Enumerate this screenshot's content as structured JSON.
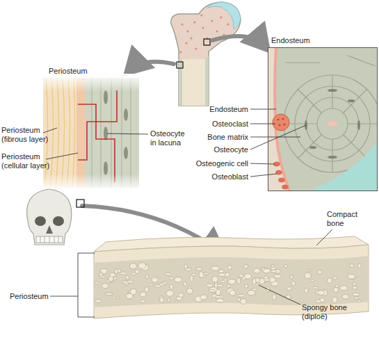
{
  "diagram": {
    "nodes": [
      {
        "text": [
          "Endosteum"
        ]
      }
    ],
    "labels": [
      "Periosteum",
      "Periosteum (fibrous layer)",
      "Periosteum (cellular layer)",
      "Osteocyte in lacuna",
      "Endosteum",
      "Osteoclast",
      "Bone matrix",
      "Osteocyte",
      "Osteogenic cell",
      "Osteoblast",
      "Compact bone",
      "Periosteum",
      "Spongy bone (diploë)"
    ]
  }
}
